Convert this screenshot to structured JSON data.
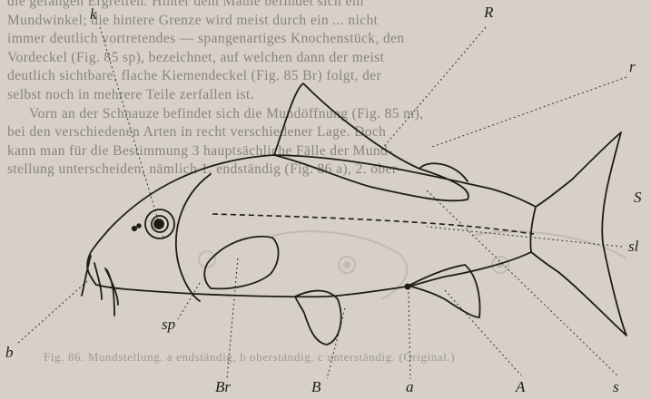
{
  "background_text": {
    "lines": [
      "die gefangen Ergreifen. Hinter dem Maule befindet sich ein",
      "Mundwinkel; die hintere Grenze wird meist durch ein ... nicht",
      "immer deutlich vortretendes — spangenartiges Knochenstück, den",
      "Vordeckel (Fig. 85 sp), bezeichnet, auf welchen dann der meist",
      "deutlich sichtbare, flache Kiemendeckel (Fig. 85 Br) folgt, der",
      "selbst noch in mehrere Teile zerfallen ist.",
      "Vorn an der Schnauze befindet sich die Mundöffnung (Fig. 85 m),",
      "bei den verschiedenen Arten in recht verschiedener Lage. Doch",
      "kann man für die Bestimmung 3 hauptsächliche Fälle der Mund-",
      "stellung unterscheiden, nämlich 1. endständig (Fig. 86 a), 2. ober-"
    ],
    "caption": "Fig. 86. Mundstellung. a endständig, b oberständig, c unterständig. (Original.)"
  },
  "labels": {
    "k": "k",
    "R": "R",
    "r": "r",
    "S": "S",
    "sl": "sl",
    "sp": "sp",
    "b": "b",
    "Br": "Br",
    "B": "B",
    "a": "a",
    "A": "A",
    "s": "s"
  }
}
